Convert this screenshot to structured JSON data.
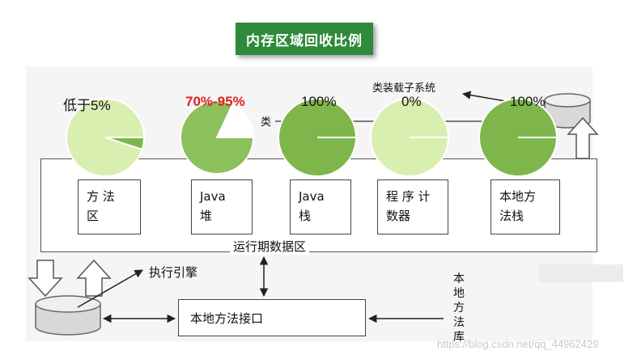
{
  "title": "内存区域回收比例",
  "pies": [
    {
      "label": "低于5%",
      "label_color": "#111111",
      "fraction": 0.05,
      "fill": "#d9efb0"
    },
    {
      "label": "70%-95%",
      "label_color": "#e02020",
      "fraction": 0.82,
      "fill": "#8cc05a"
    },
    {
      "label": "100%",
      "label_color": "#111111",
      "fraction": 1.0,
      "fill": "#7fb64c"
    },
    {
      "label": "0%",
      "label_color": "#111111",
      "fraction": 0.0,
      "fill": "#d9efb0"
    },
    {
      "label": "100%",
      "label_color": "#111111",
      "fraction": 1.0,
      "fill": "#7fb64c"
    }
  ],
  "class_loader_label": "类装载子系统",
  "class_loader_partial": "类",
  "areas": [
    {
      "line1": "方 法",
      "line2": "区"
    },
    {
      "line1": "Java",
      "line2": "堆"
    },
    {
      "line1": "Java",
      "line2": "栈"
    },
    {
      "line1": "程 序 计",
      "line2": "数器"
    },
    {
      "line1": "本地方",
      "line2": "法栈"
    }
  ],
  "runtime_label": "运行期数据区",
  "exec_engine_label": "执行引擎",
  "native_interface_label": "本地方法接口",
  "native_lib_label_chars": [
    "本",
    "地",
    "方",
    "法",
    "库"
  ],
  "watermark": "https://blog.csdn.net/qq_44962429",
  "colors": {
    "title_bg": "#2e8b3c",
    "pie_light": "#d9efb0",
    "pie_dark": "#7fb64c",
    "highlight_red": "#e02020"
  }
}
